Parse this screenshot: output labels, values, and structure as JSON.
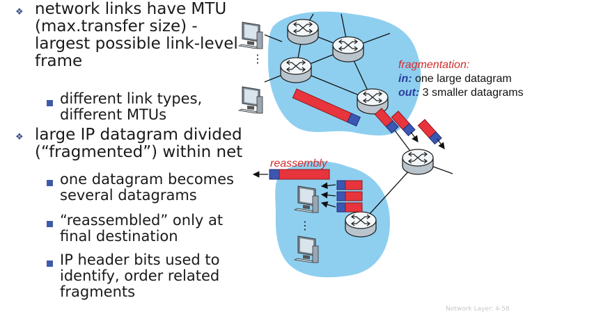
{
  "bullets": [
    {
      "level": 1,
      "lines": [
        "network links have MTU",
        "(max.transfer size) -",
        "largest possible link-level",
        "frame"
      ]
    },
    {
      "level": 2,
      "lines": [
        "different link types,",
        "different MTUs"
      ]
    },
    {
      "level": 1,
      "lines": [
        "large IP datagram divided",
        "(“fragmented”) within net"
      ]
    },
    {
      "level": 2,
      "lines": [
        "one datagram becomes",
        "several datagrams"
      ]
    },
    {
      "level": 2,
      "lines": [
        "“reassembled” only at",
        "final destination"
      ]
    },
    {
      "level": 2,
      "lines": [
        "IP header bits used to",
        "identify, order related",
        "fragments"
      ]
    }
  ],
  "diagram": {
    "fragmentation_title": "fragmentation:",
    "in_key": "in:",
    "in_text": " one large datagram",
    "out_key": "out:",
    "out_text": " 3 smaller datagrams",
    "reassembly_label": "reassembly",
    "colors": {
      "cloud": "#8ecff0",
      "datagram_body": "#e8343d",
      "datagram_header": "#3b56b3",
      "router": "#f3f7fa"
    }
  },
  "footer": "Network Layer: 4-58"
}
